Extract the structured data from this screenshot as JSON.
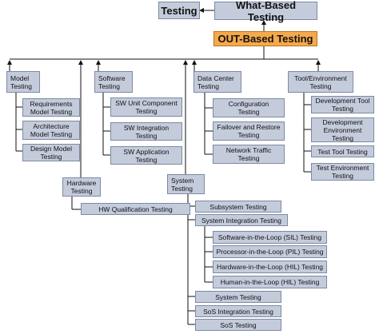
{
  "diagram": {
    "testing": "Testing",
    "what_based": "What-Based Testing",
    "out_based": "OUT-Based Testing",
    "model": {
      "title": "Model\nTesting",
      "items": [
        "Requirements\nModel Testing",
        "Architecture\nModel Testing",
        "Design Model\nTesting"
      ]
    },
    "software": {
      "title": "Software\nTesting",
      "items": [
        "SW Unit Component\nTesting",
        "SW Integration\nTesting",
        "SW Application\nTesting"
      ]
    },
    "data_center": {
      "title": "Data Center\nTesting",
      "items": [
        "Configuration\nTesting",
        "Failover and Restore\nTesting",
        "Network Traffic\nTesting"
      ]
    },
    "tool_env": {
      "title": "Tool/Environment\nTesting",
      "items": [
        "Development Tool\nTesting",
        "Development\nEnvironment\nTesting",
        "Test Tool Testing",
        "Test Environment\nTesting"
      ]
    },
    "hardware": {
      "title": "Hardware\nTesting",
      "items": [
        "HW Qualification Testing"
      ]
    },
    "system": {
      "title": "System\nTesting",
      "items": [
        "Subsystem Testing",
        "System Integration Testing",
        "System Testing",
        "SoS Integration Testing",
        "SoS Testing"
      ],
      "integration_items": [
        "Software-in-the-Loop (SIL) Testing",
        "Processor-in-the-Loop (PIL) Testing",
        "Hardware-in-the-Loop (HIL) Testing",
        "Human-in-the-Loop (HIL) Testing"
      ]
    }
  }
}
